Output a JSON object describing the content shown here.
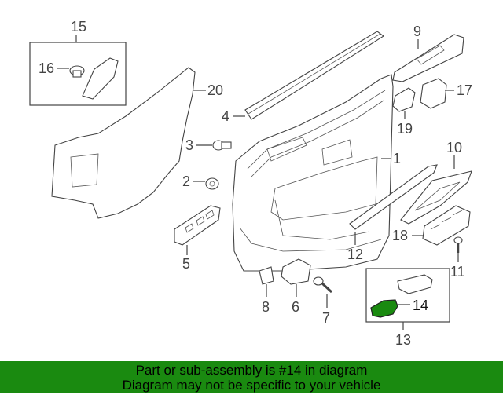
{
  "callouts": {
    "c1": "1",
    "c2": "2",
    "c3": "3",
    "c4": "4",
    "c5": "5",
    "c6": "6",
    "c7": "7",
    "c8": "8",
    "c9": "9",
    "c10": "10",
    "c11": "11",
    "c12": "12",
    "c13": "13",
    "c14": "14",
    "c15": "15",
    "c16": "16",
    "c17": "17",
    "c18": "18",
    "c19": "19",
    "c20": "20"
  },
  "highlight_color": "#1a8a10",
  "banner": {
    "line1": "Part or sub-assembly is #14 in diagram",
    "line2": "Diagram may not be specific to your vehicle"
  }
}
